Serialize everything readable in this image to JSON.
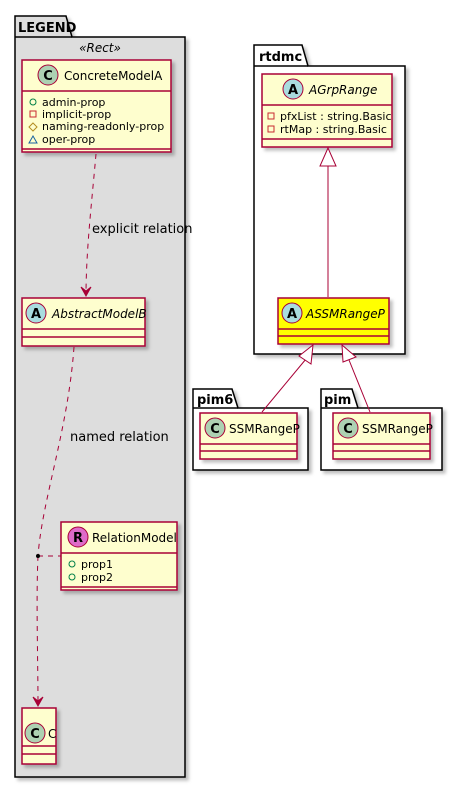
{
  "legend": {
    "title": "LEGEND",
    "stereotype": "«Rect»",
    "concrete_class": {
      "name": "ConcreteModelA",
      "kind": "C",
      "attributes": [
        {
          "marker": "public",
          "name": "admin-prop"
        },
        {
          "marker": "private",
          "name": "implicit-prop"
        },
        {
          "marker": "protected",
          "name": "naming-readonly-prop"
        },
        {
          "marker": "package",
          "name": "oper-prop"
        }
      ]
    },
    "explicit_relation_label": "explicit relation",
    "abstract_class": {
      "name": "AbstractModelB",
      "kind": "A"
    },
    "named_relation_label": "named relation",
    "relation_model": {
      "name": "RelationModel",
      "kind": "R",
      "attributes": [
        {
          "marker": "public",
          "name": "prop1"
        },
        {
          "marker": "public",
          "name": "prop2"
        }
      ]
    },
    "target_class": {
      "name": "C",
      "kind": "C"
    }
  },
  "rtdmc": {
    "title": "rtdmc",
    "agrp_range": {
      "name": "AGrpRange",
      "kind": "A",
      "attributes": [
        {
          "marker": "private",
          "name": "pfxList : string.Basic"
        },
        {
          "marker": "private",
          "name": "rtMap : string.Basic"
        }
      ]
    },
    "assm_range": {
      "name": "ASSMRangeP",
      "kind": "A"
    }
  },
  "pim6": {
    "title": "pim6",
    "class": {
      "name": "SSMRangeP",
      "kind": "C"
    }
  },
  "pim": {
    "title": "pim",
    "class": {
      "name": "SSMRangeP",
      "kind": "C"
    }
  },
  "colors": {
    "package_bg": "#ffffff",
    "legend_bg": "#dddddd",
    "class_bg": "#fefece",
    "highlight_bg": "#ffff00",
    "border": "#a80036",
    "circle_c": "#add1b2",
    "circle_a": "#a9dcdf",
    "circle_r": "#de6bc9"
  }
}
